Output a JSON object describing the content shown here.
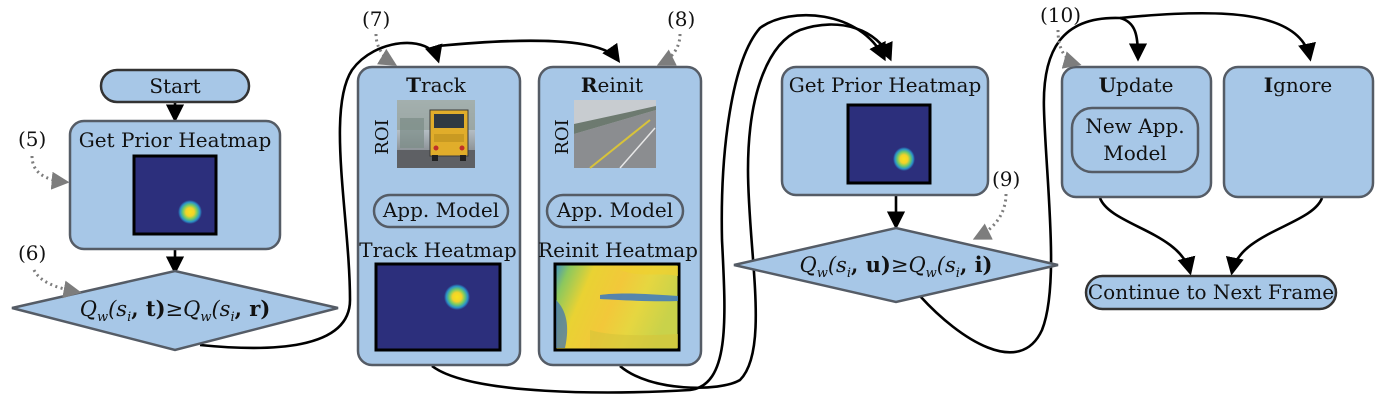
{
  "start": {
    "label": "Start"
  },
  "left_heatmap_box": {
    "label": "Get Prior Heatmap"
  },
  "left_decision": {
    "lhs": "Q",
    "lhs_sub": "w",
    "lhs_args": "(s",
    "lhs_args_sub": "i",
    "lhs_action": ", t)",
    "op": "≥",
    "rhs": "Q",
    "rhs_sub": "w",
    "rhs_args": "(s",
    "rhs_args_sub": "i",
    "rhs_action": ", r)"
  },
  "track_box": {
    "initial": "T",
    "rest": "rack",
    "roi_label": "ROI",
    "app_model": "App. Model",
    "heatmap_label": "Track Heatmap"
  },
  "reinit_box": {
    "initial": "R",
    "rest": "einit",
    "roi_label": "ROI",
    "app_model": "App. Model",
    "heatmap_label": "Reinit Heatmap"
  },
  "middle_heatmap_box": {
    "label": "Get Prior Heatmap"
  },
  "middle_decision": {
    "lhs": "Q",
    "lhs_sub": "w",
    "lhs_args": "(s",
    "lhs_args_sub": "i",
    "lhs_action": ", u)",
    "op": "≥",
    "rhs": "Q",
    "rhs_sub": "w",
    "rhs_args": "(s",
    "rhs_args_sub": "i",
    "rhs_action": ", i)"
  },
  "update_box": {
    "initial": "U",
    "rest": "pdate",
    "new_model_line1": "New App.",
    "new_model_line2": "Model"
  },
  "ignore_box": {
    "initial": "I",
    "rest": "gnore"
  },
  "end": {
    "label": "Continue to Next Frame"
  },
  "step_labels": [
    "(5)",
    "(6)",
    "(7)",
    "(8)",
    "(9)",
    "(10)"
  ],
  "colors": {
    "box_fill": "#a7c7e7",
    "box_stroke": "#555c66",
    "heatmap_bg": "#2c2f7c",
    "hot_spot": "#f7e31c",
    "flow_line": "#000000",
    "pointer": "#7d7d7d"
  }
}
